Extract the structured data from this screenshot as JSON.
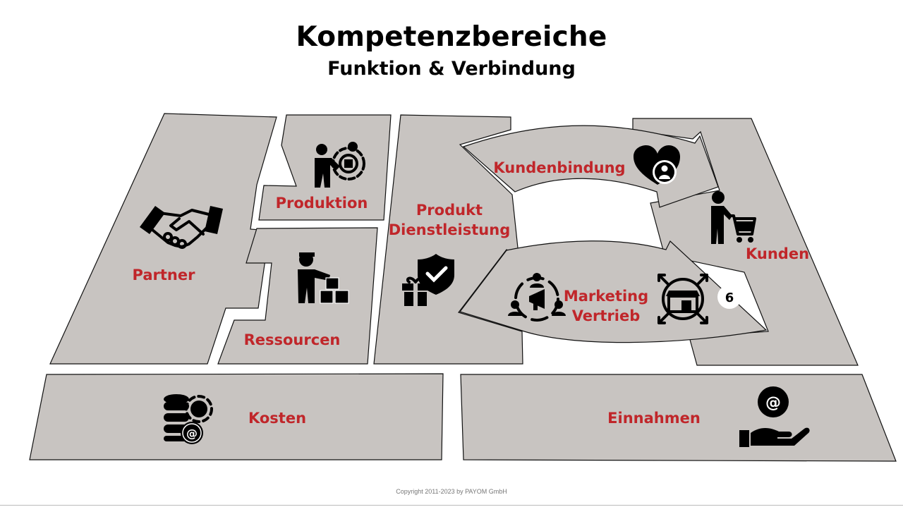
{
  "header": {
    "title": "Kompetenzbereiche",
    "subtitle": "Funktion & Verbindung"
  },
  "areas": {
    "partner": "Partner",
    "produktion": "Produktion",
    "ressourcen": "Ressourcen",
    "produkt_line1": "Produkt",
    "produkt_line2": "Dienstleistung",
    "kundenbindung": "Kundenbindung",
    "kunden": "Kunden",
    "marketing_line1": "Marketing",
    "marketing_line2": "Vertrieb",
    "kosten": "Kosten",
    "einnahmen": "Einnahmen"
  },
  "badge": "6",
  "icons": {
    "partner": "handshake-icon",
    "produktion": "person-gear-icon",
    "ressourcen": "person-boxes-icon",
    "produkt": "gift-shield-icon",
    "kundenbindung": "heart-user-icon",
    "kunden": "shopping-cart-icon",
    "marketing": "megaphone-team-icon",
    "vertrieb": "shop-arrows-icon",
    "kosten": "database-gear-icon",
    "einnahmen": "hand-at-icon"
  },
  "footer": "Copyright 2011-2023 by PAYOM GmbH",
  "colors": {
    "shape_fill": "#c8c4c1",
    "label": "#c0262a"
  }
}
